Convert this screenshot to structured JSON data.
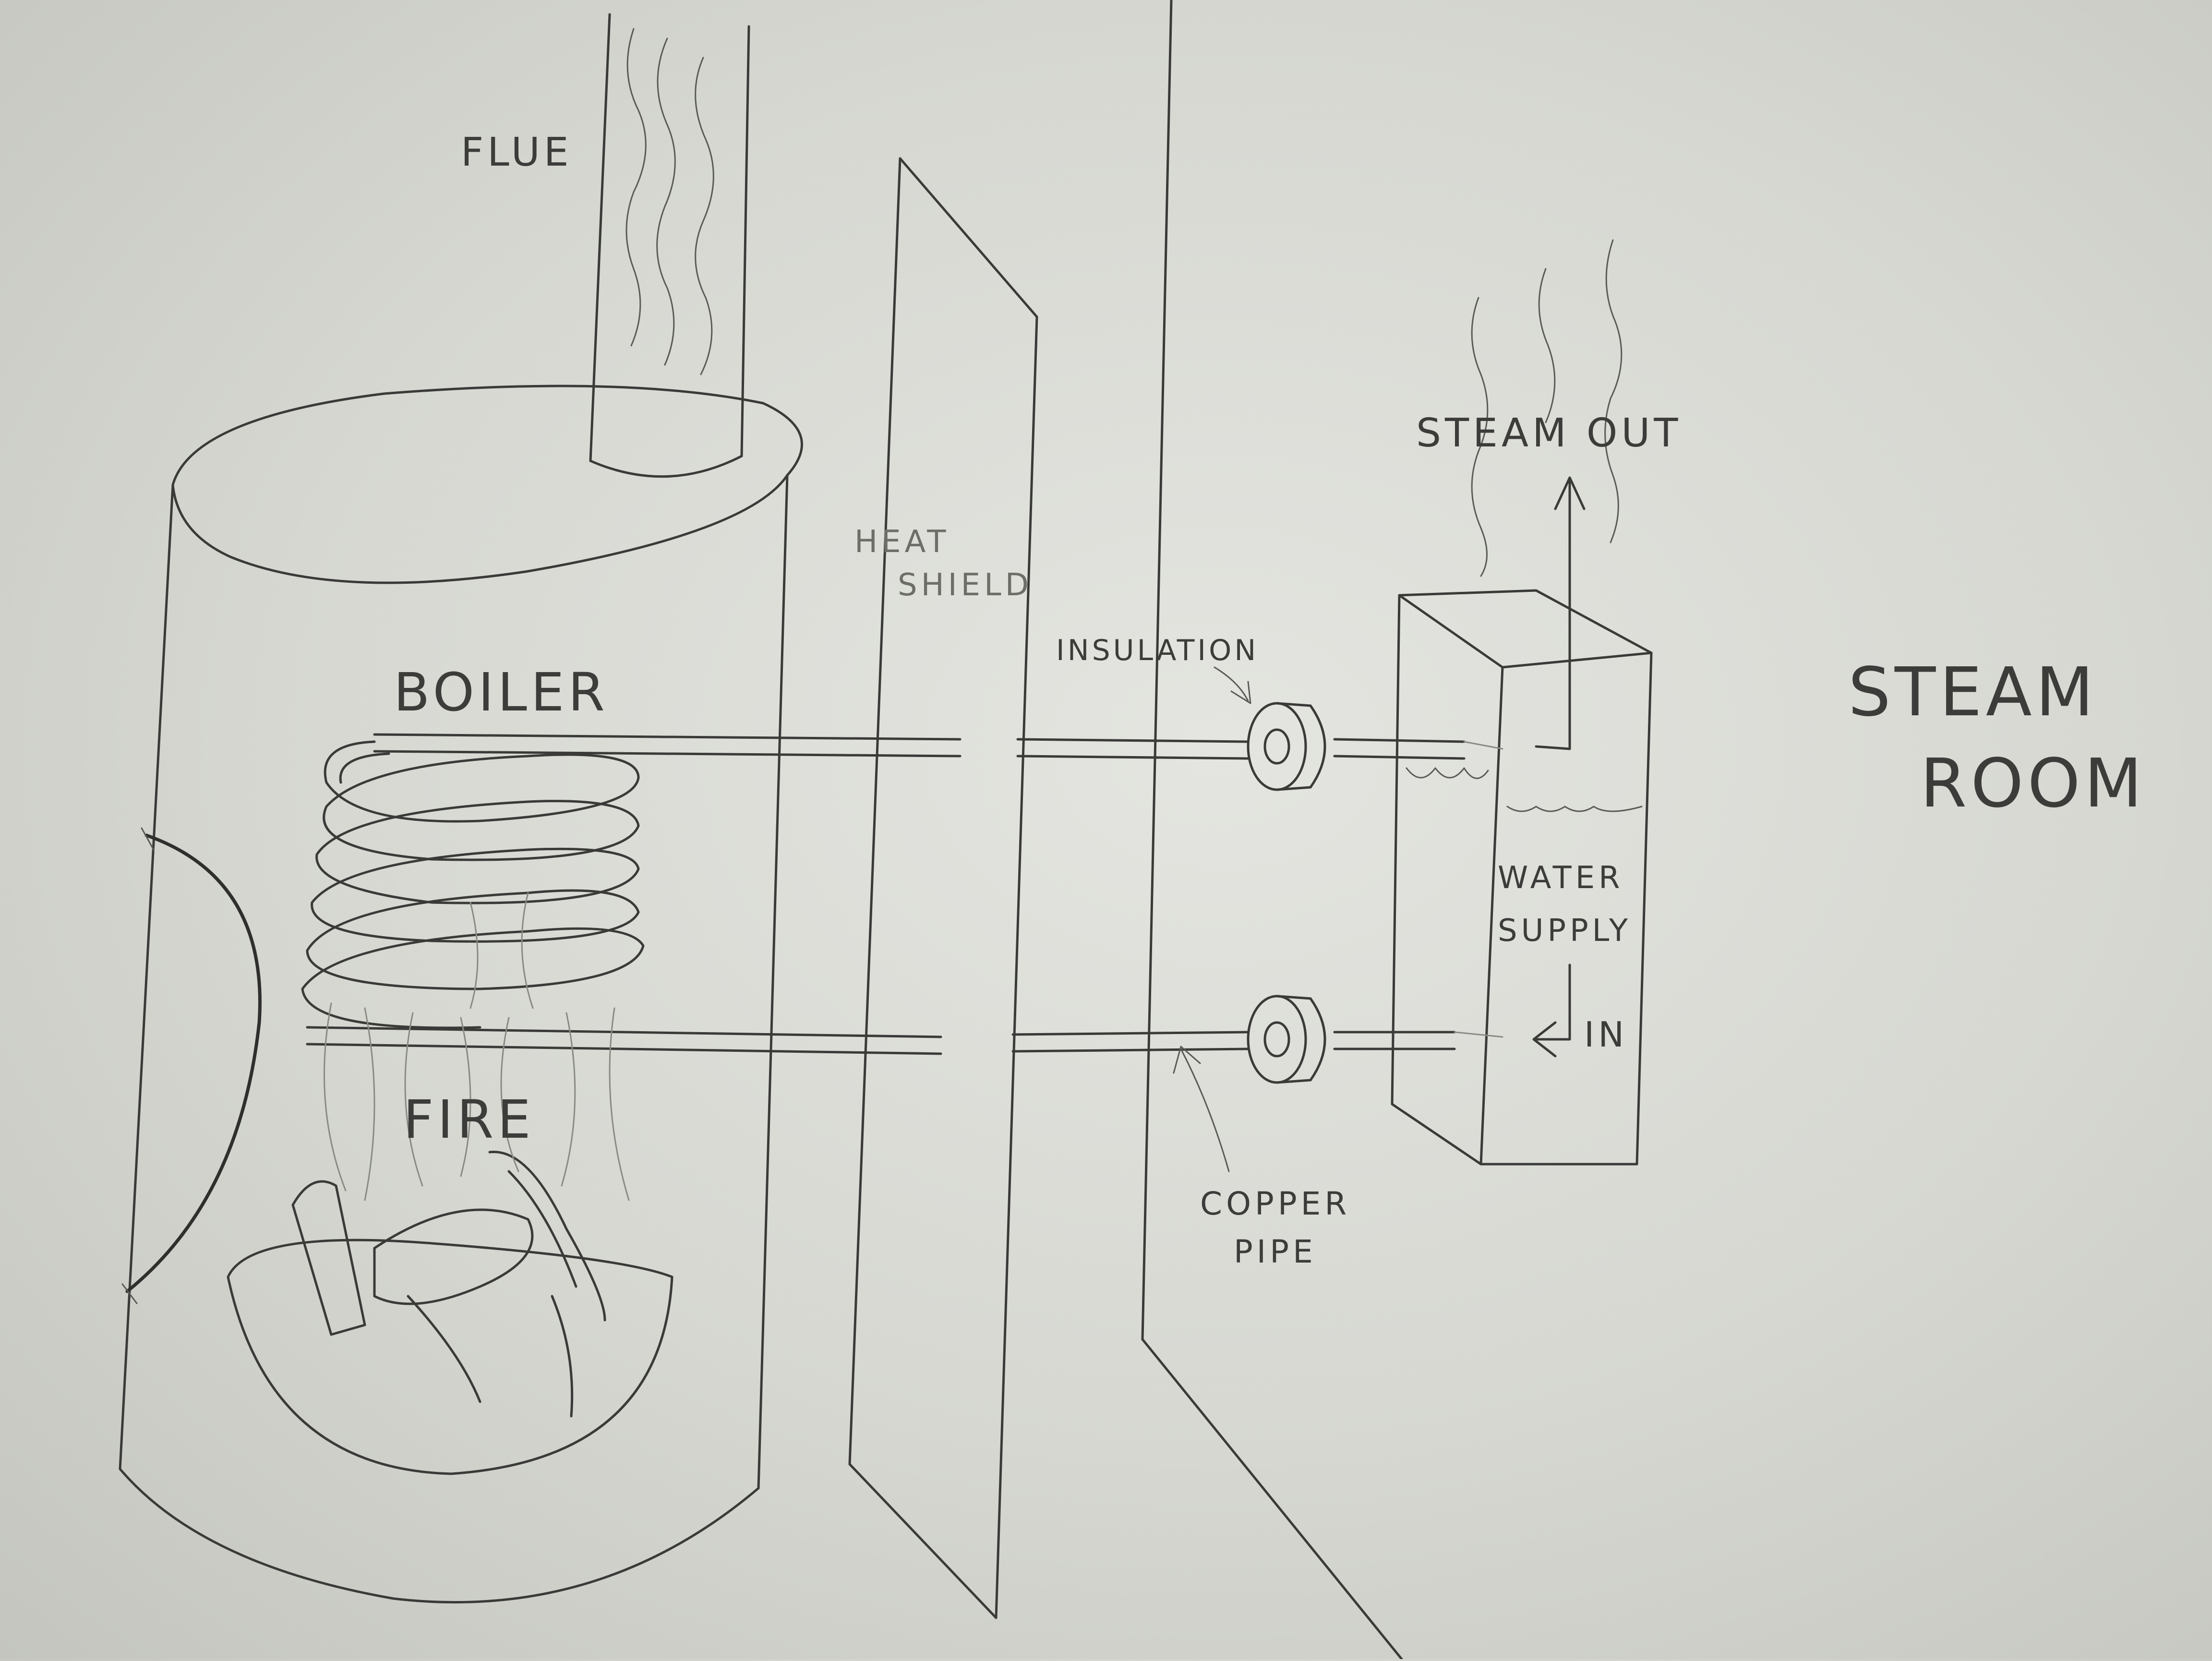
{
  "diagram": {
    "labels": {
      "flue": "FLUE",
      "boiler": "BOILER",
      "fire": "FIRE",
      "heat_shield_line1": "HEAT",
      "heat_shield_line2": "SHIELD",
      "insulation": "INSULATION",
      "steam_out": "STEAM OUT",
      "steam_room_line1": "STEAM",
      "steam_room_line2": "ROOM",
      "water_supply_line1": "WATER",
      "water_supply_line2": "SUPPLY",
      "in": "IN",
      "copper_pipe_line1": "COPPER",
      "copper_pipe_line2": "PIPE"
    }
  }
}
